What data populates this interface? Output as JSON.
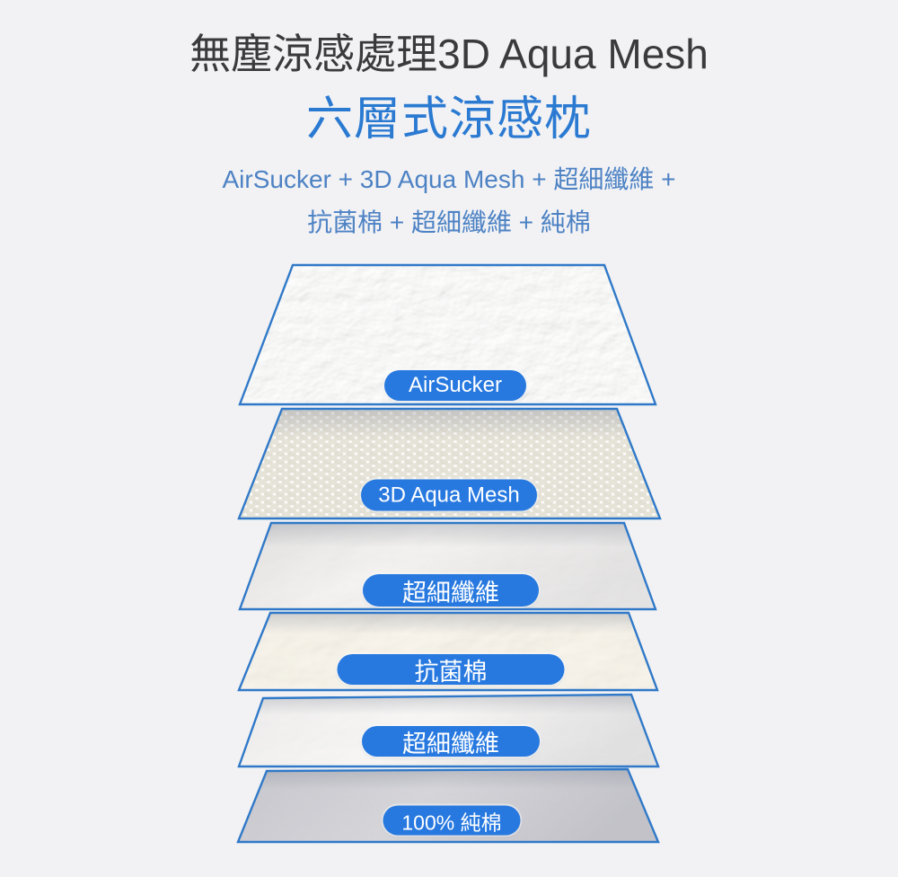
{
  "header": {
    "title": "無塵涼感處理3D Aqua Mesh",
    "subtitle": "六層式涼感枕",
    "formula_line1": "AirSucker + 3D Aqua Mesh + 超細纖維 +",
    "formula_line2": "抗菌棉 + 超細纖維 + 純棉"
  },
  "icons": {
    "wind": "wind-icon"
  },
  "colors": {
    "background": "#f2f2f4",
    "title_text": "#3a3a3c",
    "accent_blue": "#2b7ad2",
    "formula_blue": "#4d82c4",
    "pill_blue": "#2779e0",
    "layer_outline": "#3079c8"
  },
  "layers": [
    {
      "label": "AirSucker",
      "material": "airsucker-foam"
    },
    {
      "label": "3D Aqua Mesh",
      "material": "3d-aqua-mesh"
    },
    {
      "label": "超細纖維",
      "material": "microfiber"
    },
    {
      "label": "抗菌棉",
      "material": "antibacterial-cotton"
    },
    {
      "label": "超細纖維",
      "material": "microfiber"
    },
    {
      "label": "100% 純棉",
      "material": "pure-cotton"
    }
  ]
}
